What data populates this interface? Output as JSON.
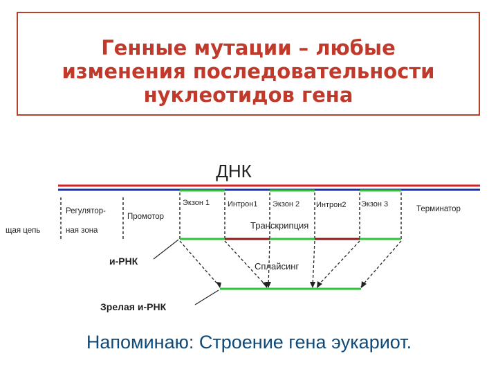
{
  "title": {
    "lines": [
      "Генные мутации – любые",
      "изменения последовательности",
      "нуклеотидов гена"
    ]
  },
  "diagram": {
    "dna_label": "ДНК",
    "regions": {
      "regulatory_line1": "Регулятор-",
      "regulatory_line2": "ная зона",
      "promoter": "Промотор",
      "exon1": "Экзон 1",
      "intron1": "Интрон1",
      "exon2": "Экзон 2",
      "intron2": "Интрон2",
      "exon3": "Экзон 3",
      "terminator": "Терминатор"
    },
    "strand_label": "щая цепь",
    "transcription_label": "Транскрипция",
    "mrna_label": "и-РНК",
    "splicing_label": "Сплайсинг",
    "mature_mrna_label": "Зрелая и-РНК",
    "colors": {
      "dna_red": "#d42020",
      "dna_blue": "#1b2fa0",
      "exon_green": "#2ec13a",
      "intron_maroon": "#8b1a1a",
      "title_red": "#c0392b",
      "caption_blue": "#0d4a7a"
    }
  },
  "caption": "Напоминаю: Строение гена эукариот."
}
